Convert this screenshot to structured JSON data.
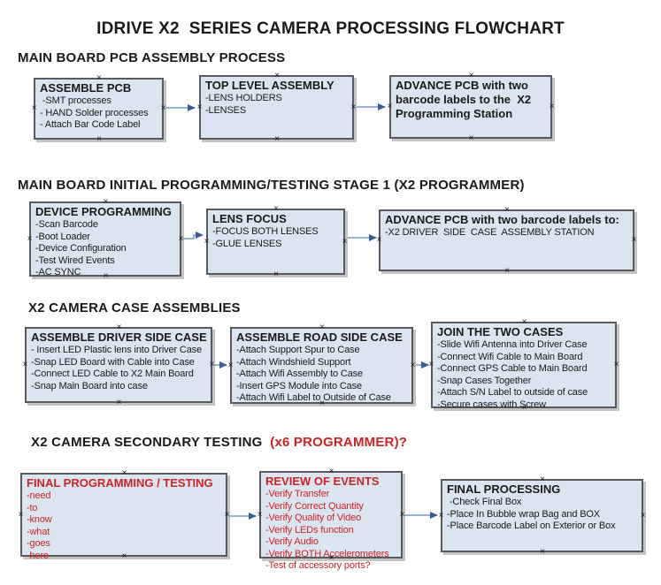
{
  "title": "IDRIVE X2  SERIES CAMERA PROCESSING FLOWCHART",
  "colors": {
    "box_fill": "#dbe5f1",
    "box_border": "#585a5e",
    "red_text": "#cc2424",
    "arrow_line": "#95b3d7",
    "arrow_head": "#3a5d93",
    "text": "#1a1a1a",
    "background": "#ffffff"
  },
  "sections": [
    {
      "header": "MAIN BOARD PCB ASSEMBLY PROCESS",
      "boxes": [
        {
          "title": "ASSEMBLE PCB",
          "items": [
            " -SMT processes",
            "- HAND Solder processes",
            "- Attach Bar Code Label"
          ]
        },
        {
          "title": "TOP LEVEL ASSEMBLY",
          "items": [
            "-LENS HOLDERS",
            "-LENSES"
          ]
        },
        {
          "title": "ADVANCE PCB with two barcode labels to the  X2 Programming Station",
          "items": []
        }
      ]
    },
    {
      "header": "MAIN BOARD INITIAL PROGRAMMING/TESTING STAGE 1 (X2 PROGRAMMER)",
      "boxes": [
        {
          "title": "DEVICE PROGRAMMING",
          "items": [
            "-Scan Barcode",
            "-Boot Loader",
            "-Device Configuration",
            "-Test Wired Events",
            "-AC SYNC"
          ]
        },
        {
          "title": "LENS FOCUS",
          "items": [
            "-FOCUS BOTH LENSES",
            "-GLUE LENSES"
          ]
        },
        {
          "title": "ADVANCE PCB with two barcode labels to:",
          "items": [
            "-X2 DRIVER  SIDE  CASE  ASSEMBLY STATION"
          ]
        }
      ]
    },
    {
      "header": "X2 CAMERA CASE ASSEMBLIES",
      "boxes": [
        {
          "title": "ASSEMBLE DRIVER SIDE CASE",
          "items": [
            "- Insert LED Plastic lens into Driver Case",
            "-Snap LED Board with Cable into Case",
            "-Connect LED Cable to X2 Main Board",
            "-Snap Main Board into case"
          ]
        },
        {
          "title": "ASSEMBLE ROAD SIDE CASE",
          "items": [
            "-Attach Support Spur to Case",
            "-Attach Windshield Support",
            "-Attach Wifi Assembly to Case",
            "-Insert GPS Module into Case",
            "-Attach Wifi Label to Outside of Case"
          ]
        },
        {
          "title": "JOIN THE TWO CASES",
          "items": [
            "-Slide Wifi Antenna into Driver Case",
            "-Connect Wifi Cable to Main Board",
            "-Connect GPS Cable to Main Board",
            "-Snap Cases Together",
            "-Attach S/N Label to outside of case",
            "-Secure cases with Screw"
          ]
        }
      ]
    },
    {
      "header": "X2 CAMERA SECONDARY TESTING  ",
      "header_red": "(x6 PROGRAMMER)?",
      "boxes": [
        {
          "title": "FINAL PROGRAMMING / TESTING",
          "items": [
            "-need",
            "-to",
            "-know",
            "-what",
            "-goes",
            "-here"
          ]
        },
        {
          "title": "REVIEW OF EVENTS",
          "items": [
            "-Verify Transfer",
            "-Verify Correct Quantity",
            "-Verify Quality of Video",
            "-Verify LEDs function",
            "-Verify Audio",
            "-Verify BOTH Accelerometers",
            "-Test of accessory ports?"
          ]
        },
        {
          "title": "FINAL PROCESSING",
          "items": [
            " -Check Final Box",
            "-Place In Bubble wrap Bag and BOX",
            "-Place Barcode Label on Exterior or Box"
          ]
        }
      ]
    }
  ]
}
